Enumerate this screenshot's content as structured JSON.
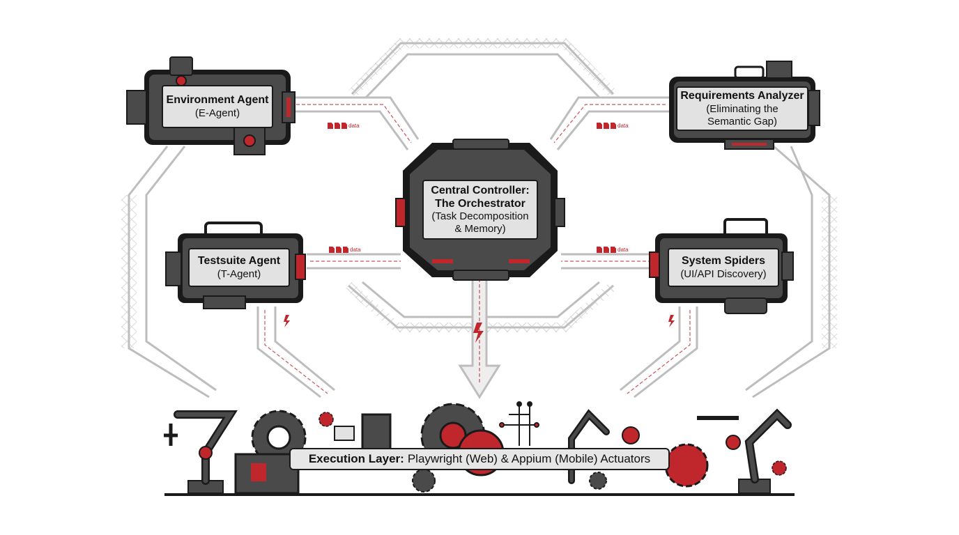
{
  "agents": {
    "environment": {
      "title": "Environment Agent",
      "subtitle": "(E-Agent)"
    },
    "requirements": {
      "title": "Requirements Analyzer",
      "line2": "(Eliminating the",
      "line3": "Semantic Gap)"
    },
    "central": {
      "line1": "Central Controller:",
      "line2": "The Orchestrator",
      "line3": "(Task Decomposition",
      "line4": "& Memory)"
    },
    "testsuite": {
      "title": "Testsuite Agent",
      "subtitle": "(T-Agent)"
    },
    "spiders": {
      "title": "System Spiders",
      "subtitle": "(UI/API Discovery)"
    }
  },
  "data_tags": [
    "data",
    "data",
    "data",
    "data"
  ],
  "execution": {
    "bold": "Execution Layer:",
    "rest": "Playwright (Web) & Appium (Mobile) Actuators"
  },
  "colors": {
    "accent": "#c0272d",
    "dark": "#1a1a1a",
    "metal": "#4a4a4a",
    "panel": "#e2e2e2",
    "truss": "#c8c8c8"
  },
  "icons": [
    "robot-arm-icon",
    "gear-icon",
    "circuit-icon",
    "lightning-icon",
    "document-icon"
  ]
}
